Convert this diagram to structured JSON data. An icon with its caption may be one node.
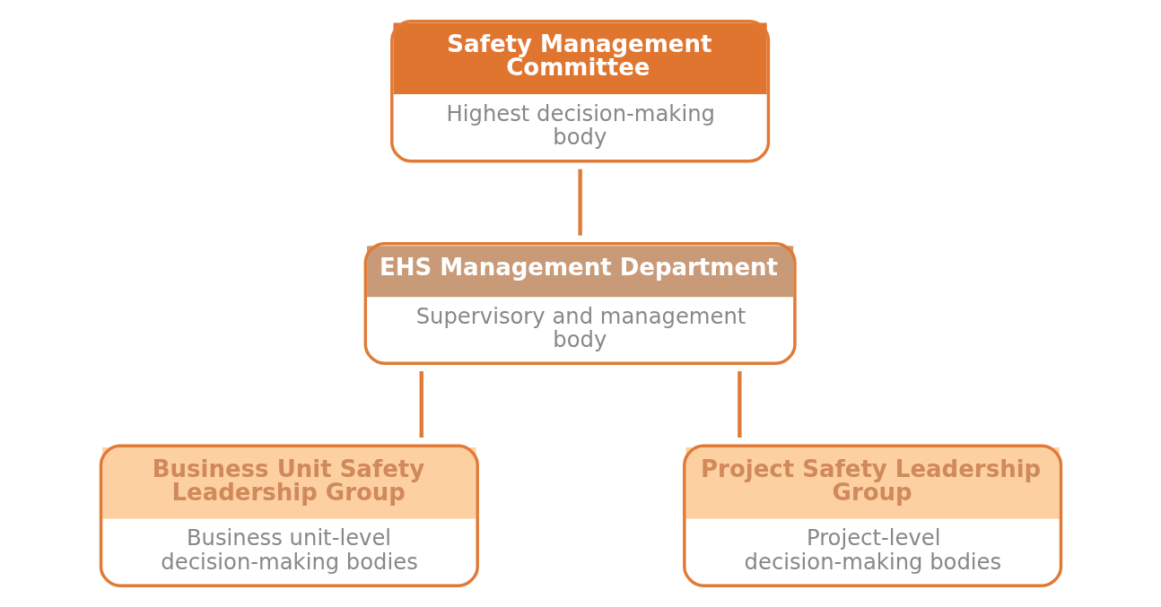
{
  "diagram": {
    "nodes": [
      {
        "text": [
          "Safety Management Committee",
          "Highest decision-making body"
        ]
      },
      {
        "text": [
          "EHS Management Department",
          "Supervisory and management body"
        ]
      },
      {
        "text": [
          "Business Unit Safety Leadership Group",
          "Business unit-level decision-making bodies"
        ]
      },
      {
        "text": [
          "Project Safety Leadership Group",
          "Project-level decision-making bodies"
        ]
      }
    ],
    "edges": [
      {
        "from": 0,
        "to": 1,
        "arrow": "none"
      },
      {
        "from": 1,
        "to": 2,
        "arrow": "none"
      },
      {
        "from": 1,
        "to": 3,
        "arrow": "none"
      }
    ]
  }
}
